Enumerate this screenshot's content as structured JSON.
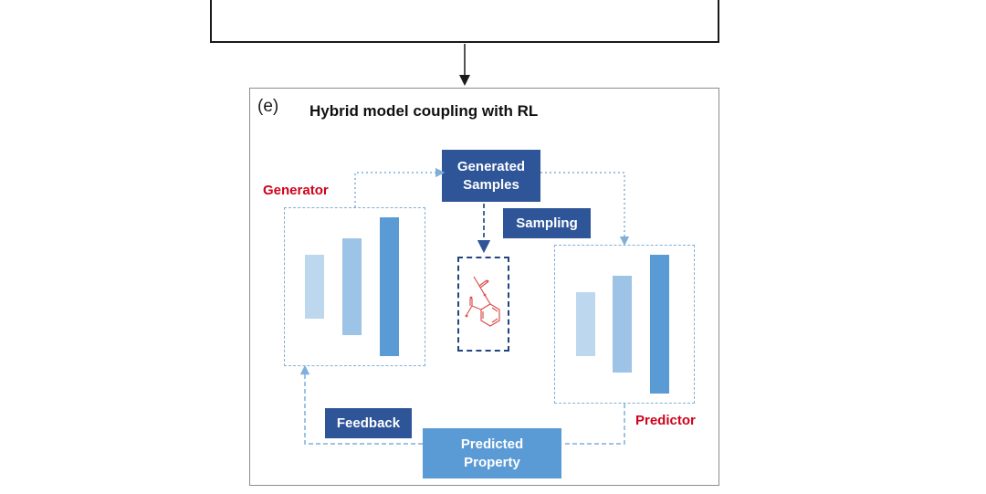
{
  "panel": {
    "label": "(e)",
    "title": "Hybrid model coupling with RL"
  },
  "nodes": {
    "generator_label": "Generator",
    "predictor_label": "Predictor",
    "generated_samples": "Generated\nSamples",
    "sampling": "Sampling",
    "feedback": "Feedback",
    "predicted_property": "Predicted\nProperty"
  },
  "bars": {
    "generator": [
      {
        "level": 0.45,
        "color": "#bdd7ee"
      },
      {
        "level": 0.7,
        "color": "#9dc3e6"
      },
      {
        "level": 1.0,
        "color": "#5b9bd5"
      }
    ],
    "predictor": [
      {
        "level": 0.45,
        "color": "#bdd7ee"
      },
      {
        "level": 0.7,
        "color": "#9dc3e6"
      },
      {
        "level": 1.0,
        "color": "#5b9bd5"
      }
    ]
  },
  "colors": {
    "accent_red": "#d0021b",
    "dark_box": "#2e5597",
    "light_box": "#5b9bd5",
    "dotted_connector": "#7fb0dc",
    "dashed_connector": "#2e5597",
    "molecule": "#d9534f"
  },
  "icons": {
    "molecule": "molecule-icon"
  }
}
